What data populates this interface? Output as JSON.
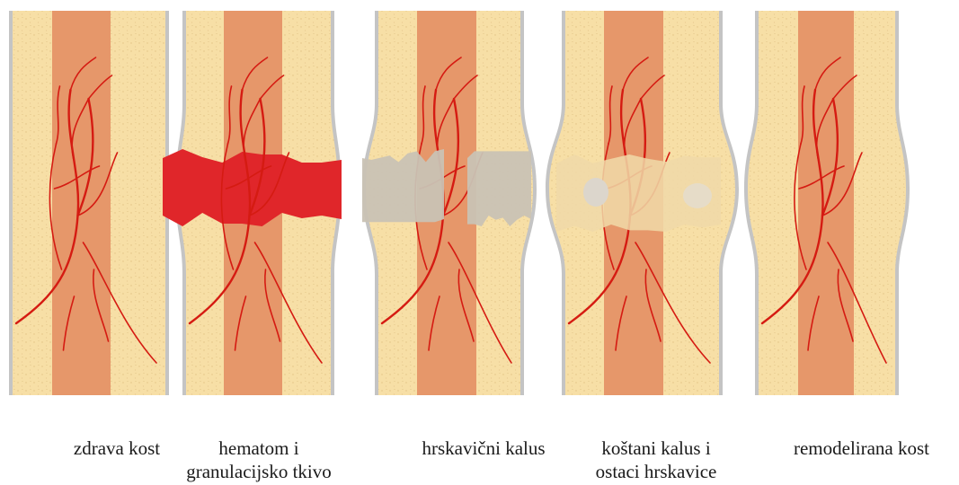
{
  "stages": [
    {
      "id": "healthy",
      "label_lines": [
        "zdrava kost"
      ]
    },
    {
      "id": "hematoma",
      "label_lines": [
        "hematom i",
        "granulacijsko tkivo"
      ]
    },
    {
      "id": "cartilage-callus",
      "label_lines": [
        "hrskavični kalus"
      ]
    },
    {
      "id": "bony-callus",
      "label_lines": [
        "koštani kalus i",
        "ostaci hrskavice"
      ]
    },
    {
      "id": "remodeled",
      "label_lines": [
        "remodelirana kost"
      ]
    }
  ],
  "colors": {
    "cortex": "#f7dfa6",
    "marrow": "#e6976a",
    "periosteum": "#c4c4c4",
    "hematoma": "#e0262a",
    "cartilage": "#c9c2b4",
    "bony_callus": "#f0d9a8",
    "vessel": "#d51b12"
  }
}
